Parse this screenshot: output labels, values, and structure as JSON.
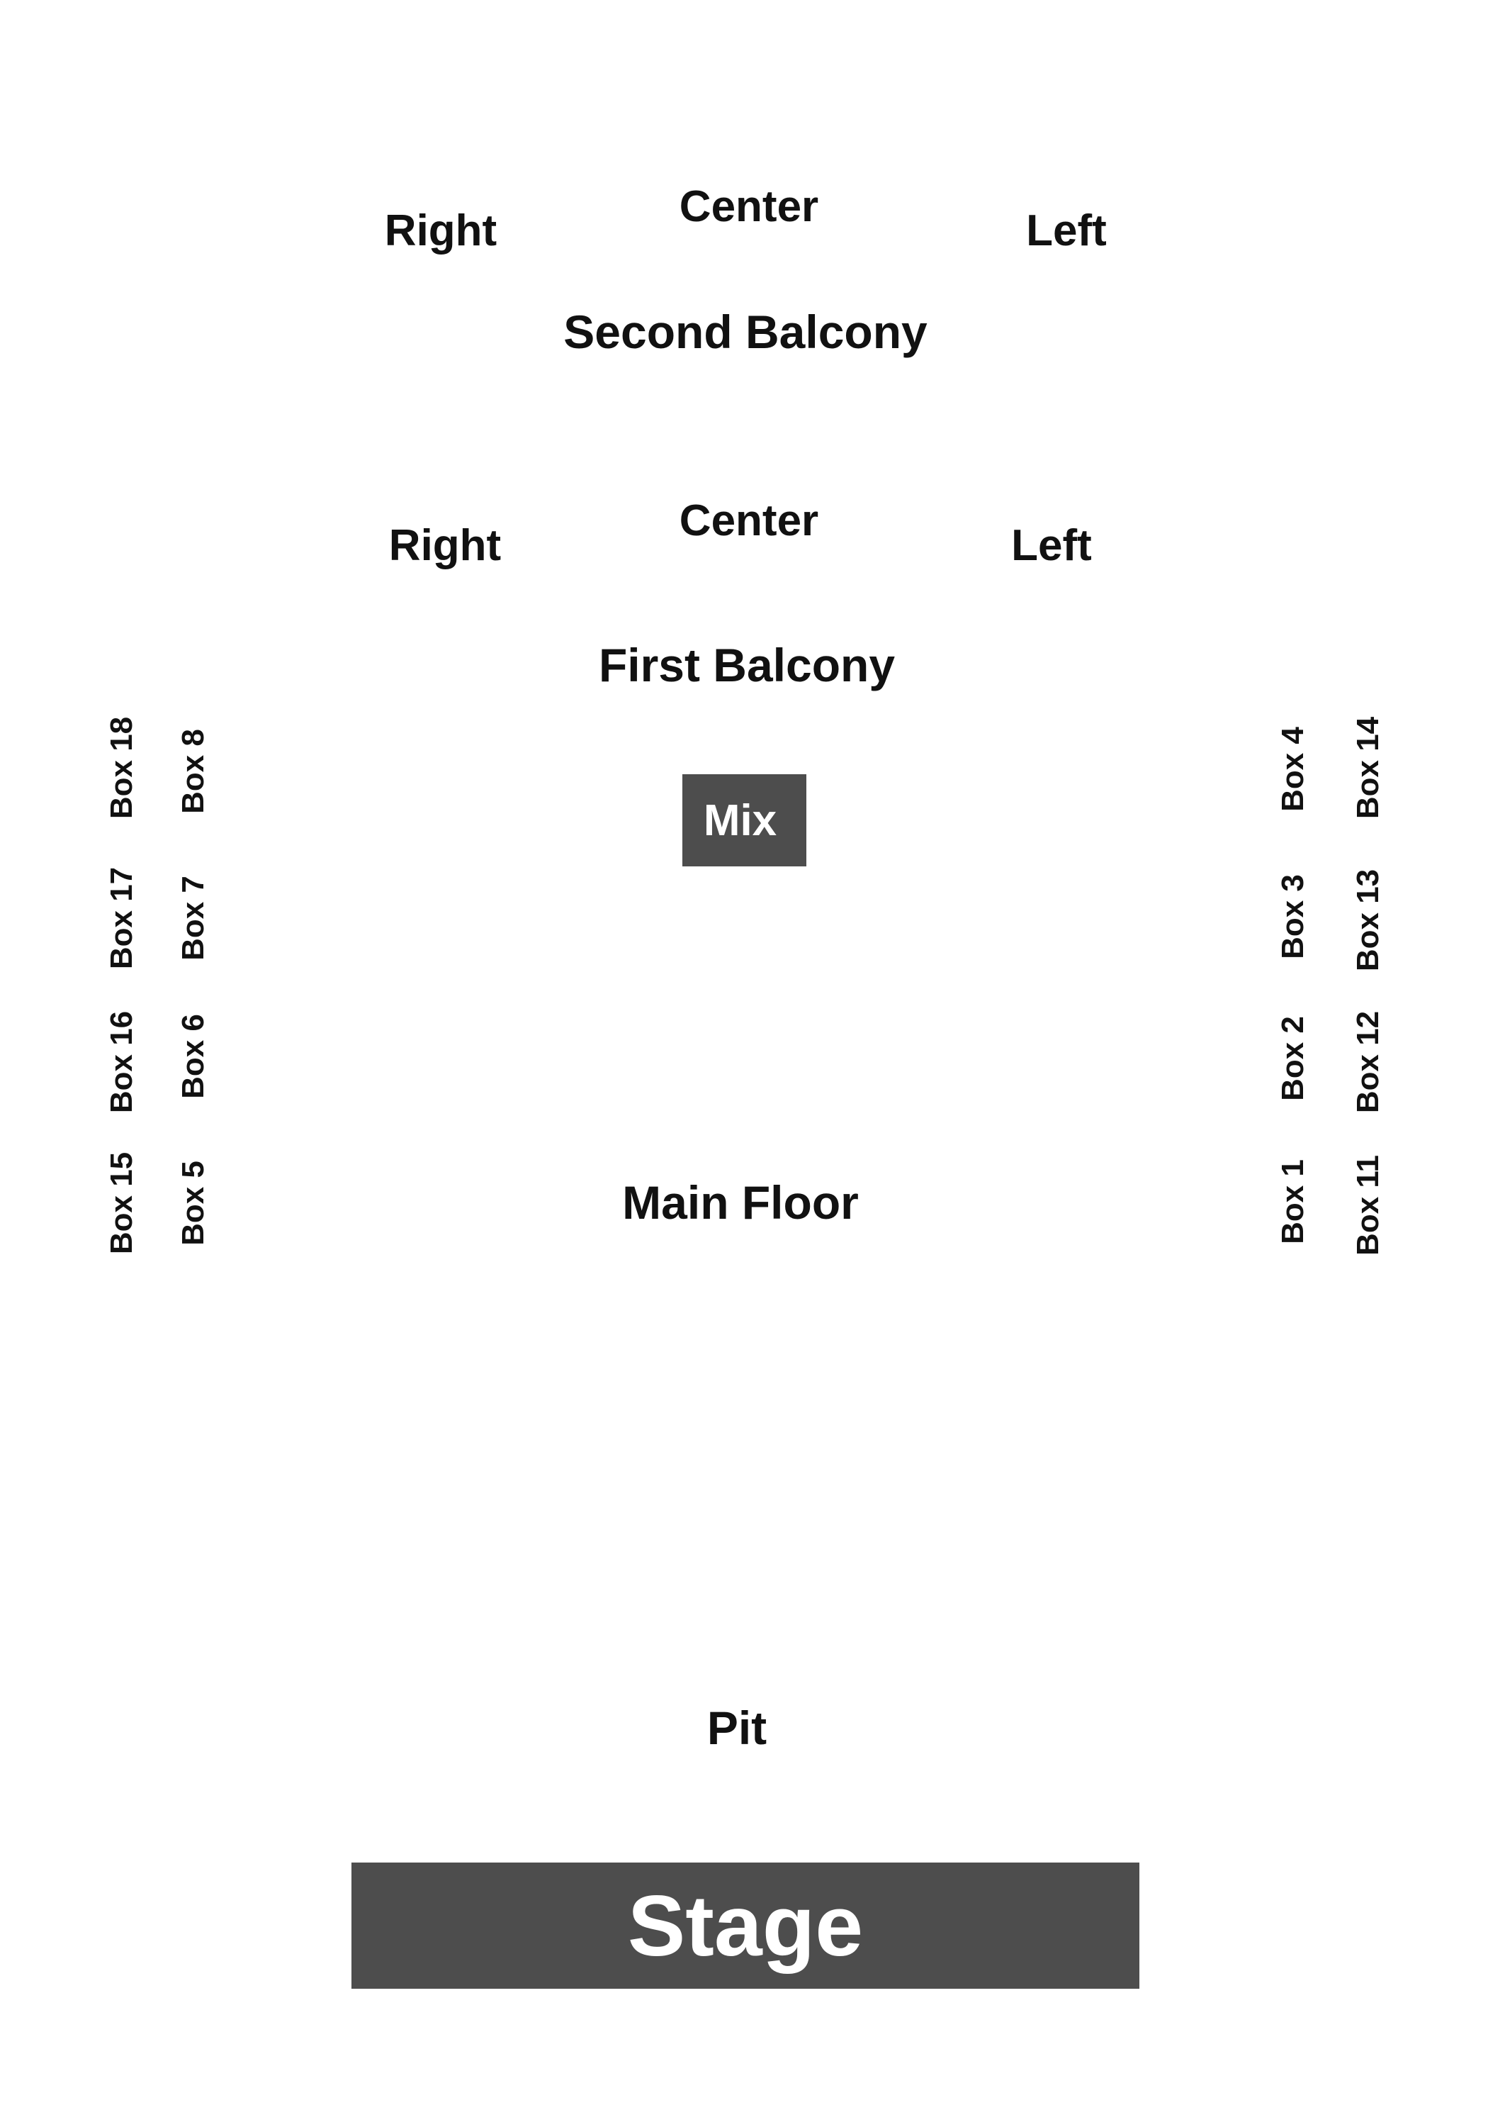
{
  "second_balcony": {
    "title": "Second Balcony",
    "right": "Right",
    "center": "Center",
    "left": "Left"
  },
  "first_balcony": {
    "title": "First Balcony",
    "right": "Right",
    "center": "Center",
    "left": "Left"
  },
  "mix": "Mix",
  "main_floor": "Main Floor",
  "pit": "Pit",
  "stage": "Stage",
  "boxes_left_outer": [
    "Box 18",
    "Box 17",
    "Box 16",
    "Box 15"
  ],
  "boxes_left_inner": [
    "Box 8",
    "Box 7",
    "Box 6",
    "Box 5"
  ],
  "boxes_right_inner": [
    "Box 4",
    "Box 3",
    "Box 2",
    "Box 1"
  ],
  "boxes_right_outer": [
    "Box 14",
    "Box 13",
    "Box 12",
    "Box 11"
  ],
  "colors": {
    "block_fill": "#4d4d4d",
    "block_text": "#ffffff",
    "label_text": "#111111",
    "background": "#ffffff"
  }
}
